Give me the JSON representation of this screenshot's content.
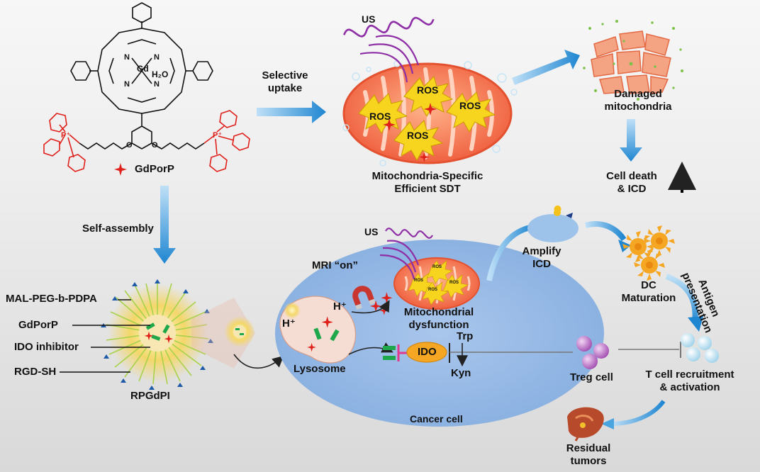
{
  "labels": {
    "us_top": "US",
    "us_bottom": "US",
    "selective_uptake": "Selective\nuptake",
    "gdporp": "GdPorP",
    "mito_specific": "Mitochondria-Specific\nEfficient SDT",
    "damaged_mito": "Damaged\nmitochondria",
    "cell_death": "Cell death\n& ICD",
    "self_assembly": "Self-assembly",
    "mal_peg": "MAL-PEG-b-PDPA",
    "gdporp_legend": "GdPorP",
    "ido_inhibitor": "IDO inhibitor",
    "rgd_sh": "RGD-SH",
    "rpgdpi": "RPGdPI",
    "mri_on": "MRI “on”",
    "lysosome": "Lysosome",
    "hplus_a": "H⁺",
    "hplus_b": "H⁺",
    "mito_dysfunction": "Mitochondrial\ndysfunction",
    "ido": "IDO",
    "trp": "Trp",
    "kyn": "Kyn",
    "amplify_icd": "Amplify\nICD",
    "dc_maturation": "DC\nMaturation",
    "antigen_presentation": "Antigen\npresentation",
    "treg_cell": "Treg cell",
    "t_cell": "T cell recruitment\n& activation",
    "cancer_cell": "Cancer cell",
    "residual_tumors": "Residual\ntumors",
    "ros": "ROS",
    "gd": "Gd",
    "h2o": "H₂O",
    "n": "N",
    "o": "O",
    "p_plus": "P⁺"
  },
  "colors": {
    "arrow_blue": "#2b8fd6",
    "mito_orange": "#f26d4f",
    "ros_yellow": "#f7d51e",
    "cell_blue": "#8cb1e0",
    "tpp_red": "#e0201b",
    "dc_orange": "#f5a623",
    "treg_purple": "#b06ab8",
    "us_purple": "#8e2fa6"
  }
}
